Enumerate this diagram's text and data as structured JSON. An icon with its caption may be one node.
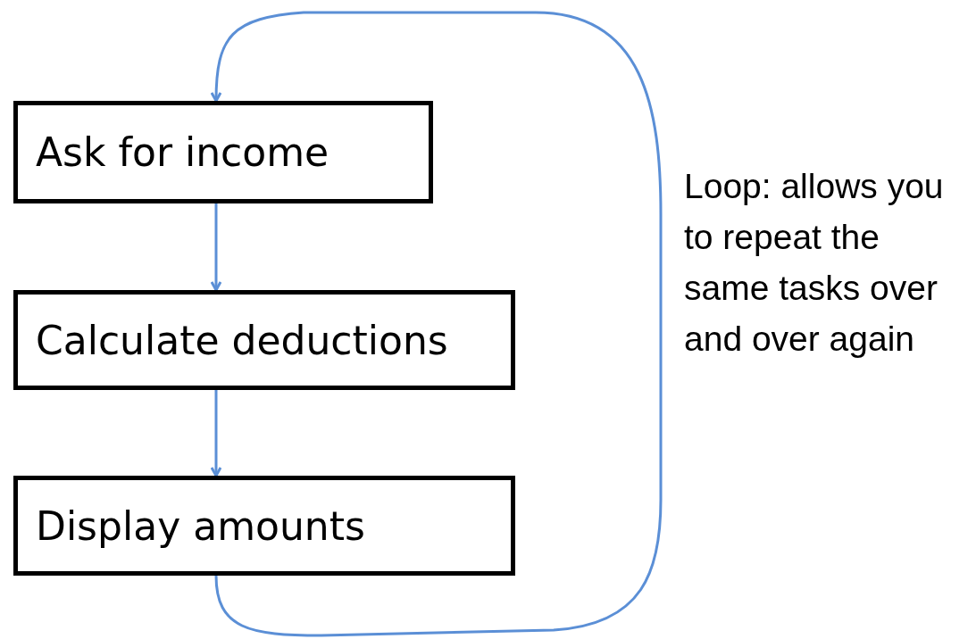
{
  "diagram": {
    "nodes": [
      {
        "text": [
          "Ask for income"
        ]
      },
      {
        "text": [
          "Calculate deductions"
        ]
      },
      {
        "text": [
          "Display amounts"
        ]
      }
    ],
    "edges": [
      {
        "from": 0,
        "to": 1,
        "arrow": "to"
      },
      {
        "from": 1,
        "to": 2,
        "arrow": "to"
      },
      {
        "from": 2,
        "to": 0,
        "arrow": "to"
      }
    ],
    "labels": [
      "Loop: allows you to repeat the same tasks over and over again"
    ]
  }
}
